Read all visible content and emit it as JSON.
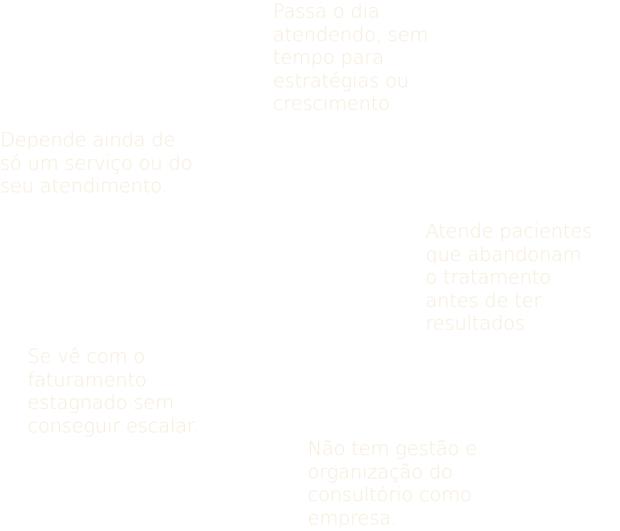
{
  "theme": {
    "text_color": "#f6ecd9",
    "background_color": "#ffffff"
  },
  "pain_points": [
    {
      "text": "Passa o dia\natendendo, sem\ntempo para\nestratégias ou\ncrescimento"
    },
    {
      "text": "Depende ainda de\nsó um serviço ou do\nseu atendimento."
    },
    {
      "text": "Atende pacientes\nque abandonam\no tratamento\nantes de ter\nresultados"
    },
    {
      "text": "Se vê com o\nfaturamento\nestagnado sem\nconseguir escalar."
    },
    {
      "text": "Não tem gestão e\norganização do\nconsultório como\nempresa."
    }
  ]
}
